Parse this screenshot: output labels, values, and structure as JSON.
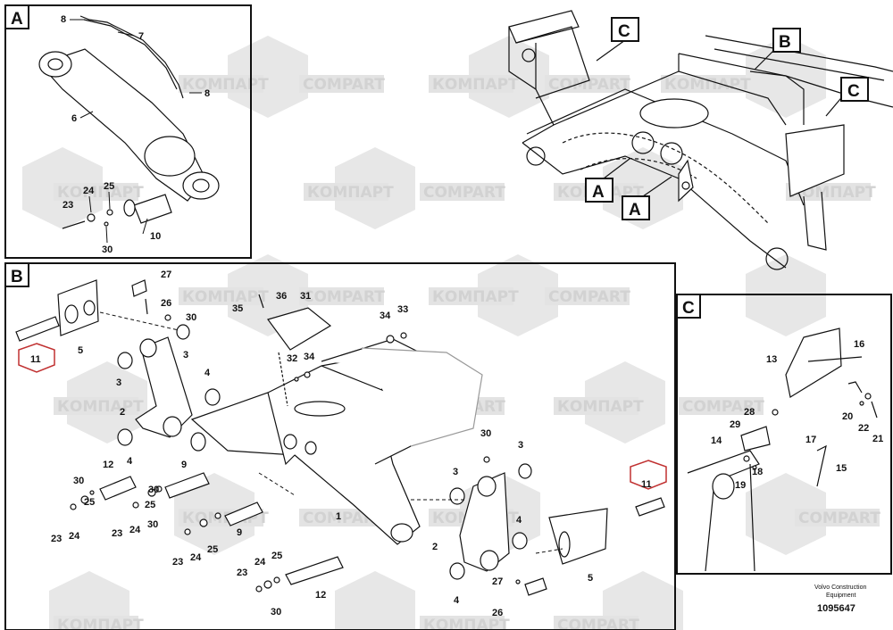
{
  "watermark": {
    "cyrillic": "КОМПАРТ",
    "latin": "COMPART"
  },
  "panels": {
    "a": {
      "tag": "A",
      "labels": [
        "8",
        "7",
        "8",
        "6",
        "24",
        "25",
        "23",
        "10",
        "30"
      ]
    },
    "b": {
      "tag": "B",
      "labels": [
        "27",
        "26",
        "5",
        "11",
        "30",
        "3",
        "36",
        "31",
        "35",
        "34",
        "33",
        "32",
        "34",
        "4",
        "3",
        "2",
        "4",
        "12",
        "9",
        "30",
        "25",
        "30",
        "24",
        "23",
        "25",
        "30",
        "24",
        "23",
        "9",
        "25",
        "23",
        "24",
        "23",
        "24",
        "25",
        "12",
        "30",
        "1",
        "30",
        "3",
        "3",
        "4",
        "2",
        "11",
        "5",
        "27",
        "26",
        "4"
      ]
    },
    "c": {
      "tag": "C",
      "labels": [
        "16",
        "13",
        "28",
        "20",
        "29",
        "22",
        "21",
        "14",
        "17",
        "18",
        "15",
        "19"
      ]
    },
    "overview": {
      "callouts": [
        "C",
        "B",
        "C",
        "A",
        "A"
      ]
    }
  },
  "footer": {
    "company": "Volvo Construction",
    "subtitle": "Equipment",
    "part_number": "1095647"
  }
}
